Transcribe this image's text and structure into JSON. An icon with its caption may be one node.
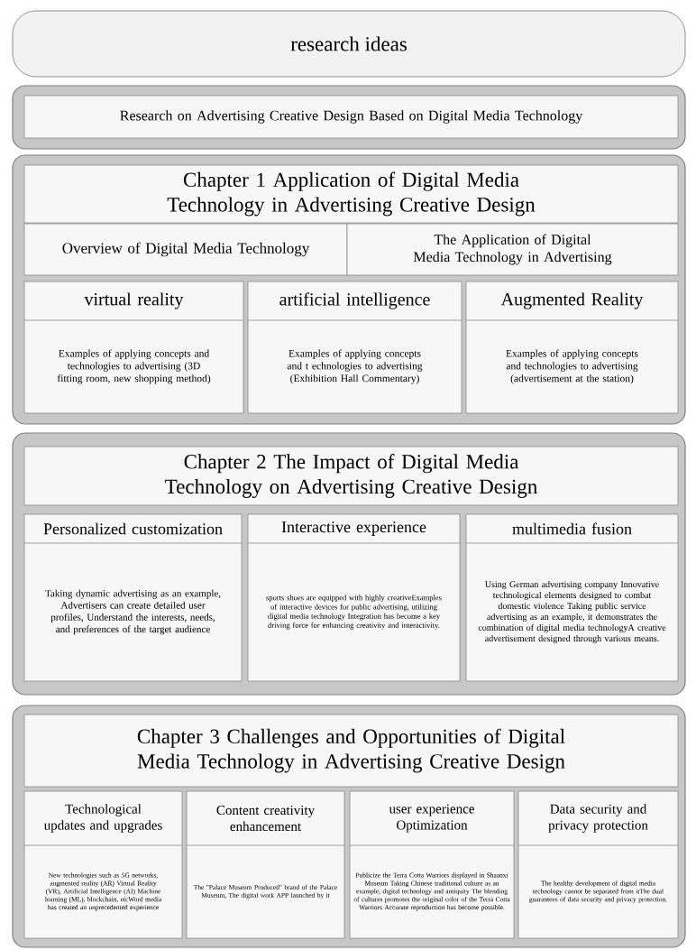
{
  "diagram": {
    "nodes": [
      {
        "text": [
          "research ideas"
        ]
      },
      {
        "text": [],
        "shape": "box"
      },
      {
        "text": [
          "Research on Advertising Creative Design Based on Digital Media Technology"
        ],
        "in": 1
      },
      {
        "text": [],
        "shape": "box"
      },
      {
        "text": [
          "Chapter 1  Application of Digital Media Technology in Advertising Creative Design"
        ],
        "in": 3
      },
      {
        "text": [
          "Overview of Digital Media Technology"
        ],
        "in": 3
      },
      {
        "text": [
          "The Application of Digital Media Technology in Advertising"
        ],
        "in": 3
      },
      {
        "text": [
          "virtual reality",
          "Examples of applying concepts and technologies to advertising (3D fitting room, new shopping method)"
        ],
        "in": 3
      },
      {
        "text": [
          "artificial intelligence",
          "Examples of applying concepts and t echnologies to advertising (Exhibition Hall Commentary)"
        ],
        "in": 3
      },
      {
        "text": [
          "Augmented Reality",
          "Examples of applying concepts and technologies to advertising (advertisement at the station)"
        ],
        "in": 3
      },
      {
        "text": [],
        "shape": "box"
      },
      {
        "text": [
          "Chapter 2 The Impact of Digital Media Technology on Advertising Creative Design"
        ],
        "in": 10
      },
      {
        "text": [
          "Personalized customization",
          "Taking dynamic advertising as an example, Advertisers can create detailed user profiles, Understand the interests, needs, and preferences of the target audience"
        ],
        "in": 10
      },
      {
        "text": [
          "Interactive experience",
          "sports shoes are equipped with highly creativeExamples of interactive devices for public advertising, utilizing digital media technology Integration has become a key driving force for enhancing creativity and interactivity."
        ],
        "in": 10
      },
      {
        "text": [
          "multimedia fusion",
          "Using German advertising company Innovative technological elements designed to combat domestic violence Taking public service advertising as an example, it demonstrates the combination of digital media technologyA creative advertisement designed through various means."
        ],
        "in": 10
      },
      {
        "text": [],
        "shape": "box"
      },
      {
        "text": [
          "Chapter 3 Challenges and Opportunities of Digital Media Technology in Advertising Creative Design"
        ],
        "in": 15
      },
      {
        "text": [
          "Technological updates and upgrades",
          "New technologies such as 5G networks, augmented reality (AR) Virtual Reality (VR), Artificial Intelligence (AI) Machine learning (ML), blockchain, etcWord media has created an unprecedented experience"
        ],
        "in": 15
      },
      {
        "text": [
          "Content creativity enhancement",
          "The \"Palace Museum Produced\" brand of the Palace Museum, The digital work APP launched by it"
        ],
        "in": 15
      },
      {
        "text": [
          "user experience Optimization",
          "Publicize the Terra Cotta Warriors displayed in Shaanxi Museum Taking Chinese traditional culture as an example, digital technology and antiquity The blending of cultures promotes the original color of the Terra Cotta Warriors Accurate reproduction has become possible."
        ],
        "in": 15
      },
      {
        "text": [
          "Data security and privacy protection",
          "The healthy development of digital media technology cannot be separated from itThe dual guarantees of data security and privacy protection."
        ],
        "in": 15
      }
    ]
  }
}
